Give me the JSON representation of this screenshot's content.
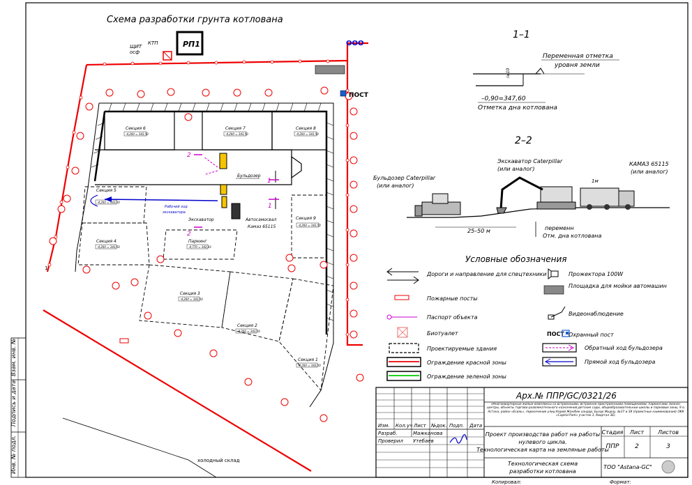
{
  "title": "Схема разработки грунта котлована",
  "site": {
    "rp1": "РП1",
    "ktp": "КТП",
    "shchit": "ЩИТ",
    "osf": "осф",
    "post": "ПОСТ",
    "sections": [
      {
        "name": "Секция 6",
        "mark": "-4,200 = 343,50"
      },
      {
        "name": "Секция 7",
        "mark": "-4,200 = 343,50"
      },
      {
        "name": "Секция 8",
        "mark": "-4,200 = 343,50"
      },
      {
        "name": "Секция 5",
        "mark": "-4,200 = 343,50"
      },
      {
        "name": "Секция 9",
        "mark": "-4,200 = 343,50"
      },
      {
        "name": "Секция 4",
        "mark": "-4,200 = 343,50"
      },
      {
        "name": "Секция 3",
        "mark": "-4,200 = 343,50"
      },
      {
        "name": "Секция 2",
        "mark": "-4,200 = 343,50"
      },
      {
        "name": "Секция 1",
        "mark": "-4,200 = 343,50"
      }
    ],
    "parking": "Паркинг",
    "parking_mark": "-4,770 = 342,93",
    "bulldozer": "Бульдозер",
    "excavator": "Экскаватор",
    "truck": "Автосамосвал",
    "truck_model": "Камаз 65115",
    "working_route": "Рабочий ход",
    "working_route2": "экскаватора",
    "cut1": "1",
    "cut2": "2",
    "cold_storage": "холодный склад"
  },
  "section11": {
    "title": "1–1",
    "top_label1": "Переменная отметка",
    "top_label2": "уровня земли",
    "slope": "i≥10",
    "mark": "–0,90=347,60",
    "bottom_label": "Отметка дна котлована"
  },
  "section22": {
    "title": "2–2",
    "bulldozer1": "Бульдозер Caterpillar",
    "bulldozer2": "(или аналог)",
    "excavator1": "Экскаватор Caterpillar",
    "excavator2": "(или аналог)",
    "truck1": "КАМАЗ 65115",
    "truck2": "(или аналог)",
    "dim1m": "1м",
    "dim": "25–50 м",
    "variable": "переменн",
    "bottom": "Отм. дна котлована"
  },
  "legend": {
    "title": "Условные обозначения",
    "items": [
      {
        "label": "Дороги и направление для спецтехники"
      },
      {
        "label": "Пожарные посты"
      },
      {
        "label": "Паспорт объекта"
      },
      {
        "label": "Биотуалет"
      },
      {
        "label": "Проектируемые здания"
      },
      {
        "label": "Ограждение красной зоны"
      },
      {
        "label": "Ограждение зеленой зоны"
      }
    ],
    "right_items": [
      {
        "label": "Прожектора 100W"
      },
      {
        "label": "Площадка для мойки автомашин"
      },
      {
        "label": "Видеонаблюдение"
      },
      {
        "label": "Охранный пост"
      },
      {
        "label": "Обратный ход бульдозера"
      },
      {
        "label": "Прямой ход бульдозера"
      }
    ],
    "post_sym": "ПОСТ"
  },
  "stamp": {
    "code": "Арх.№ ППР/GC/0321/26",
    "description": "«Многоквартирные жилые комплексы со встроенными, встроенно-пристроенными помещениями, паркингами, бизнес-центры, объекты торгово-развлекательного назначения,детские сады, общеобразовательные школы и парковые зоны, 9 о. Астана, район «Есиль», пересечение улиц Керей Жәнібек хандар, Бухар Жырау, №37 и 38 (проектные наименования) (ЖК «Capital Park» участок 3, Квартал 3Е).",
    "col_heads": [
      "Изм.",
      "Кол.уч",
      "Лист",
      "№док.",
      "Подп.",
      "Дата"
    ],
    "razrab": "Разраб.",
    "razrab_name": "Мажканова",
    "proveril": "Проверил",
    "proveril_name": "Утебаев",
    "project1": "Проект производства работ на работы",
    "project2": "нулевого цикла.",
    "project3": "Технологическая карта на земляные работы",
    "stadia_h": "Стадия",
    "list_h": "Лист",
    "listov_h": "Листов",
    "stadia": "ППР",
    "list": "2",
    "listov": "3",
    "sheet_title1": "Технологическая схема",
    "sheet_title2": "разработки котлована",
    "company": "ТОО \"Astana-GC\"",
    "kopiroval": "Копировал:",
    "format": "Формат:"
  },
  "side": {
    "inv_podl": "Инв. № подл.",
    "podp": "Подпись и дата",
    "vzam": "Взам. инв. №"
  }
}
